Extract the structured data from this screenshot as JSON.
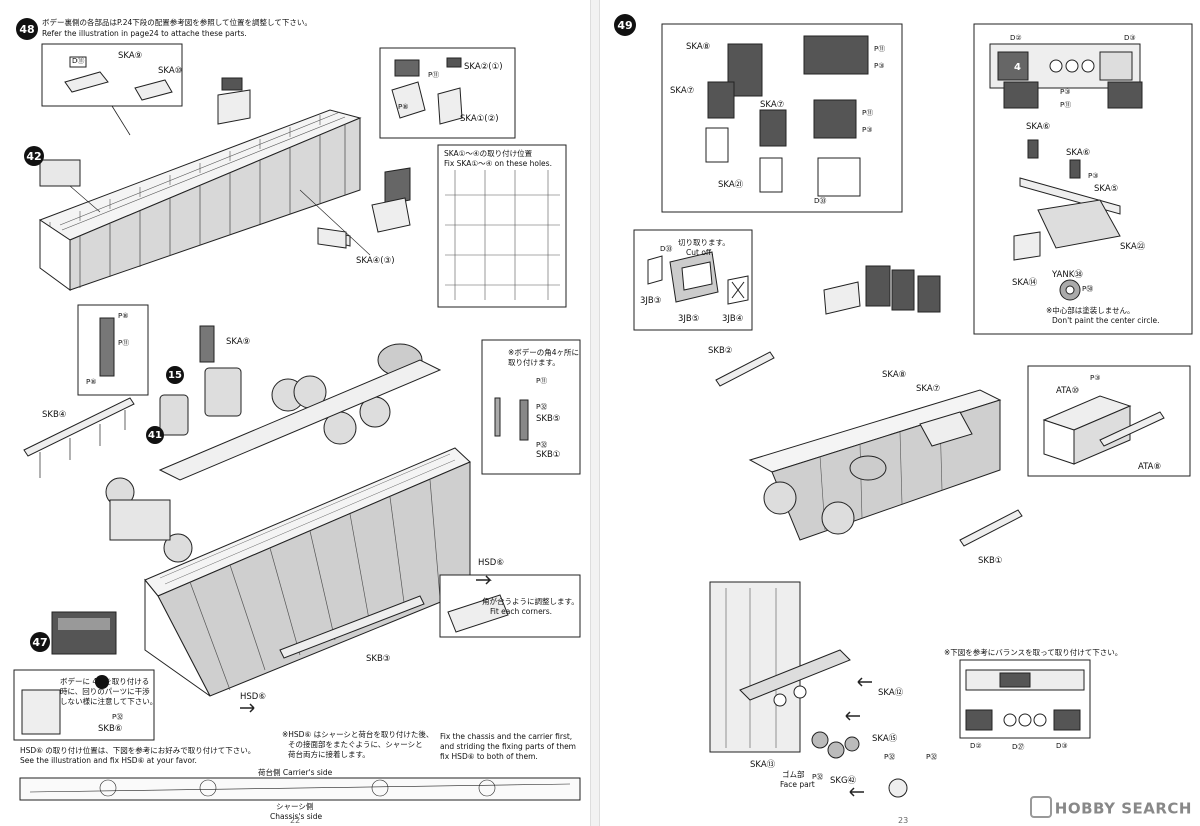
{
  "left": {
    "step": "48",
    "note_jp": "ボデー裏側の各部品はP.24下段の配置参考図を参照して位置を調整して下さい。",
    "note_en": "Refer the illustration in page24 to attache these parts.",
    "sub_steps": [
      "42",
      "15",
      "41",
      "47"
    ],
    "labels": {
      "ska9": "SKA⑨",
      "ska10": "SKA⑩",
      "d_ref": "D⑪",
      "ska2_1": "SKA②(①)",
      "ska1_2": "SKA①(②)",
      "ska4_3": "SKA④(③)",
      "pf11": "P⑪",
      "pf8": "P⑧",
      "pf3": "P⑧",
      "ska_holes_jp": "SKA①～④の取り付け位置",
      "ska_holes_en": "Fix SKA①～④ on these holes.",
      "ska9_b": "SKA⑨",
      "skb4": "SKB④",
      "skb3": "SKB③",
      "hsd6_a": "HSD⑥",
      "hsd6_b": "HSD⑥",
      "corner_jp1": "※ボデーの角4ヶ所に",
      "corner_jp2": "取り付けます。",
      "p11": "P⑪",
      "p32": "P㉜",
      "skb5": "SKB⑤",
      "skb1": "SKB①",
      "fit_jp": "角が合うように調整します。",
      "fit_en": "Fit each corners.",
      "warn_jp1": "ボデーに 47 を取り付ける",
      "warn_jp2": "時に、回りのパーツに干渉",
      "warn_jp3": "しない様に注意して下さい。",
      "skb6": "SKB⑥",
      "pc32": "P㉜",
      "hsd_note_jp": "HSD⑥ の取り付け位置は、下図を参考にお好みで取り付けて下さい。",
      "hsd_note_en": "See the illustration and fix HSD⑥ at your favor.",
      "mid_note_jp1": "※HSD⑥ はシャーシと荷台を取り付けた後、",
      "mid_note_jp2": "その接面部をまたぐように、シャーシと",
      "mid_note_jp3": "荷台両方に接着します。",
      "right_note_en1": "Fix the chassis and the carrier first,",
      "right_note_en2": "and striding the fixing parts of them",
      "right_note_en3": "fix HSD⑥ to both of them.",
      "carrier_side": "荷台側 Carrier's side",
      "chassis_jp": "シャーシ側",
      "chassis_en": "Chassis's side"
    },
    "page_no": "22"
  },
  "right": {
    "step": "49",
    "labels": {
      "ska8": "SKA⑧",
      "ska7a": "SKA⑦",
      "ska7b": "SKA⑦",
      "ska21": "SKA㉑",
      "pr11": "P⑪",
      "pr3": "P③",
      "d33": "D㉝",
      "d2": "D②",
      "d3": "D③",
      "pn3": "P③",
      "pn11": "P⑪",
      "ska6a": "SKA⑥",
      "ska6b": "SKA⑥",
      "ska5": "SKA⑤",
      "ska22": "SKA㉒",
      "ska14": "SKA⑭",
      "yank": "YANK㊳",
      "pr50": "P㊿",
      "center_jp": "※中心部は塗装しません。",
      "center_en": "Don't paint the center circle.",
      "cut_jp": "切り取ります。",
      "cut_en": "Cut off.",
      "d33b": "D㉝",
      "jb3": "3JB③",
      "jb5": "3JB⑤",
      "jb4": "3JB④",
      "skb2": "SKB②",
      "ska8b": "SKA⑧",
      "ska7c": "SKA⑦",
      "ata10": "ATA⑩",
      "ata8": "ATA⑧",
      "pa3": "P③",
      "skb1": "SKB①",
      "ska12": "SKA⑫",
      "ska15": "SKA⑮",
      "ska13": "SKA⑬",
      "rubber_jp": "ゴム部",
      "face_en": "Face part",
      "skg62": "SKG㊷",
      "p32a": "P㉜",
      "p32b": "P㉜",
      "pr32": "P㉜",
      "balance_jp": "※下図を参考にバランスを取って取り付けて下さい。",
      "d2b": "D②",
      "d27": "D㉗",
      "d3b": "D③",
      "plate_num": "4"
    },
    "page_no": "23"
  },
  "brand": "HOBBY SEARCH",
  "colors": {
    "ink": "#111111",
    "panel": "#8a8a8a",
    "light": "#dcdcdc"
  }
}
